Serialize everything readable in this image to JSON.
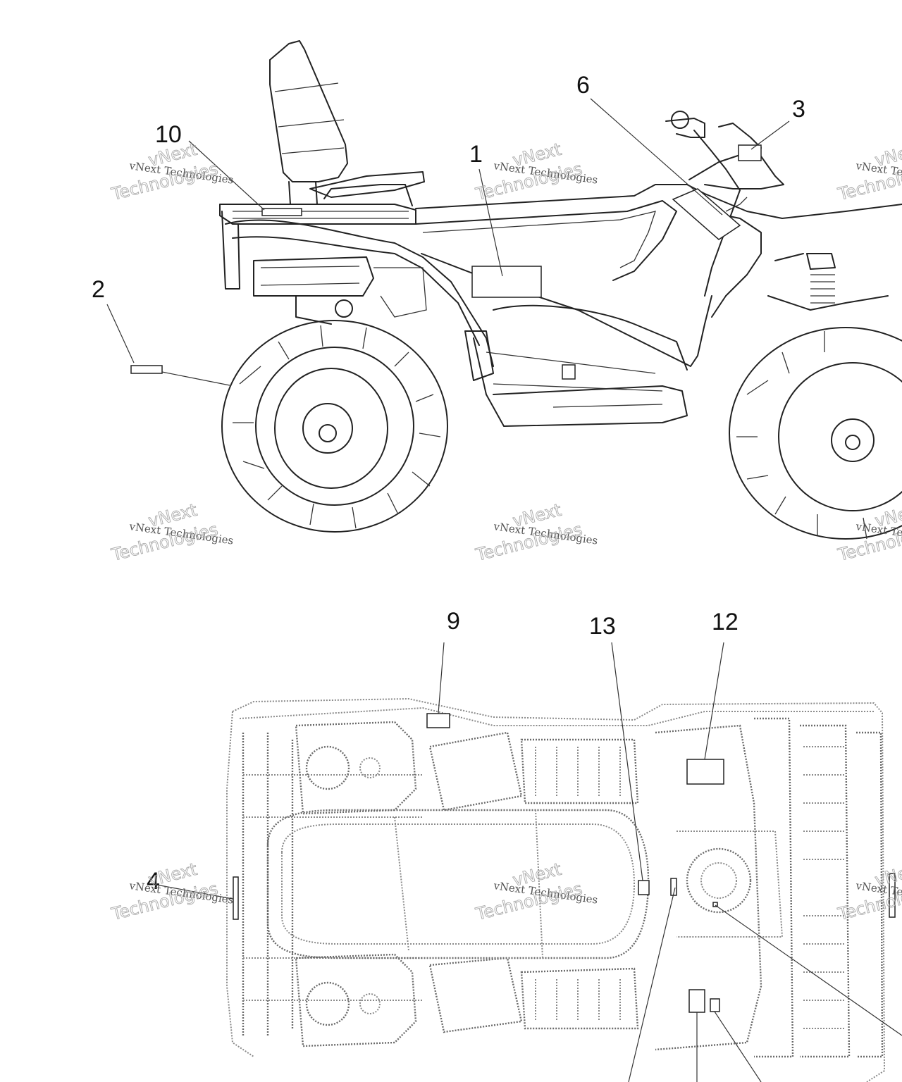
{
  "diagram": {
    "side_view_callouts": [
      "10",
      "1",
      "6",
      "3",
      "2"
    ],
    "top_view_callouts": [
      "9",
      "13",
      "12",
      "4"
    ],
    "watermark": {
      "line1": "vNext Technologies",
      "line2": "vNext",
      "line3": "Technologies"
    }
  }
}
